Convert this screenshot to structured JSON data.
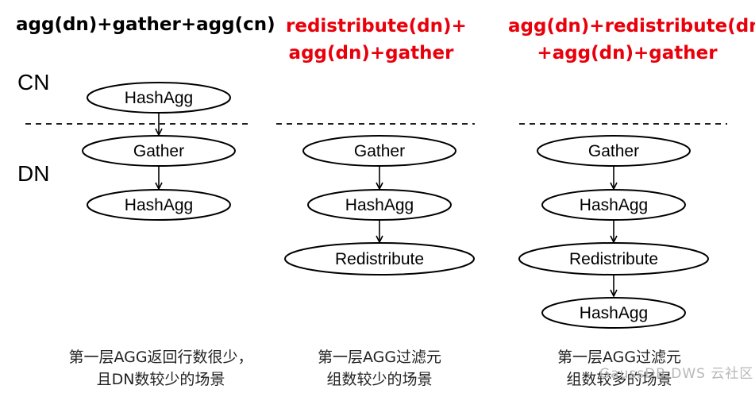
{
  "columns": [
    {
      "title_lines": [
        "agg(dn)+gather+agg(cn)"
      ],
      "title_color": "#000000",
      "nodes": [
        "HashAgg",
        "Gather",
        "HashAgg"
      ],
      "caption_lines": [
        "第一层AGG返回行数很少，",
        "且DN数较少的场景"
      ]
    },
    {
      "title_lines": [
        "redistribute(dn)+",
        "agg(dn)+gather"
      ],
      "title_color": "#e8000b",
      "nodes": [
        "Gather",
        "HashAgg",
        "Redistribute"
      ],
      "caption_lines": [
        "第一层AGG过滤元",
        "组数较少的场景"
      ]
    },
    {
      "title_lines": [
        "agg(dn)+redistribute(dn)",
        "+agg(dn)+gather"
      ],
      "title_color": "#e8000b",
      "nodes": [
        "Gather",
        "HashAgg",
        "Redistribute",
        "HashAgg"
      ],
      "caption_lines": [
        "第一层AGG过滤元",
        "组数较多的场景"
      ]
    }
  ],
  "labels": {
    "cn": "CN",
    "dn": "DN"
  },
  "watermark": "GaussDB DWS 云社区"
}
